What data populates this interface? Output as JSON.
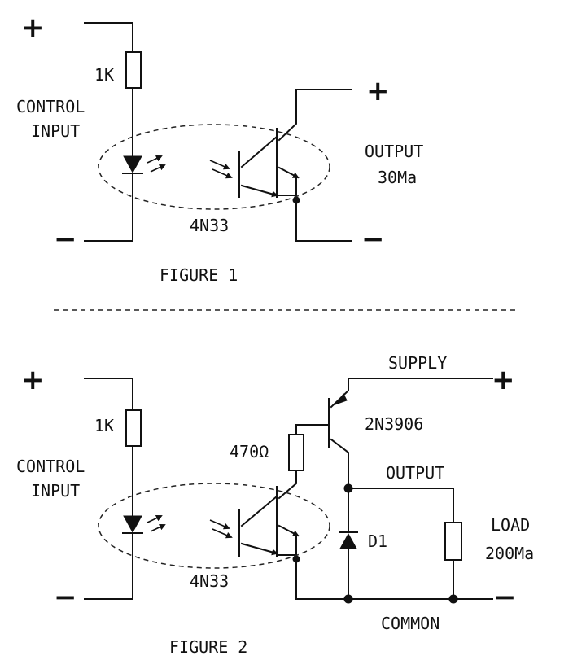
{
  "figure1": {
    "plus_in": "+",
    "minus_in": "−",
    "plus_out": "+",
    "minus_out": "−",
    "resistor_label": "1K",
    "control_line1": "CONTROL",
    "control_line2": "INPUT",
    "output_line1": "OUTPUT",
    "output_line2": "30Ma",
    "part_label": "4N33",
    "caption": "FIGURE 1"
  },
  "figure2": {
    "plus_in": "+",
    "minus_in": "−",
    "plus_out": "+",
    "minus_out": "−",
    "resistor_label": "1K",
    "control_line1": "CONTROL",
    "control_line2": "INPUT",
    "part_label": "4N33",
    "resistor2_label": "470Ω",
    "supply_label": "SUPPLY",
    "transistor_label": "2N3906",
    "output_label": "OUTPUT",
    "diode_label": "D1",
    "load_line1": "LOAD",
    "load_line2": "200Ma",
    "common_label": "COMMON",
    "caption": "FIGURE 2"
  }
}
